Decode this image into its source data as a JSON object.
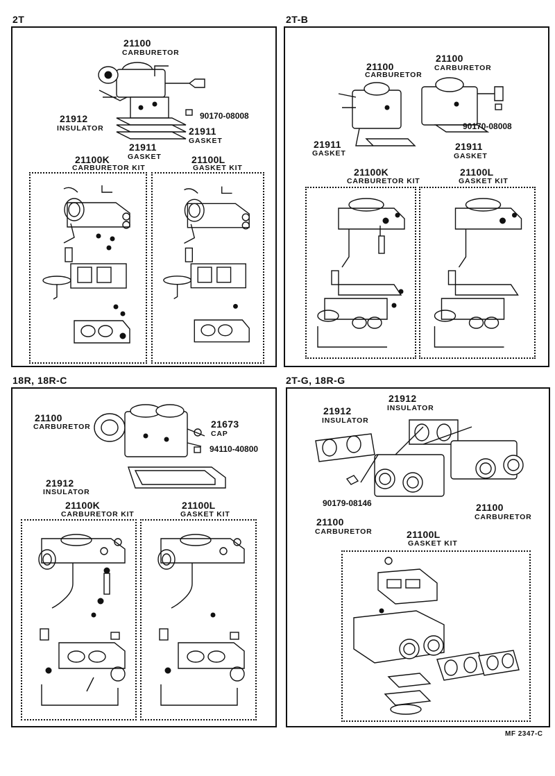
{
  "sections": {
    "s2t": {
      "title": "2T",
      "carb_num": "21100",
      "carb_name": "CARBURETOR",
      "ins_num": "21912",
      "ins_name": "INSULATOR",
      "bolt_pn": "90170-08008",
      "gasket_a_num": "21911",
      "gasket_a_name": "GASKET",
      "gasket_b_num": "21911",
      "gasket_b_name": "GASKET",
      "kit_k_num": "21100K",
      "kit_k_name": "CARBURETOR KIT",
      "kit_l_num": "21100L",
      "kit_l_name": "GASKET KIT"
    },
    "s2tb": {
      "title": "2T-B",
      "carb1_num": "21100",
      "carb1_name": "CARBURETOR",
      "carb2_num": "21100",
      "carb2_name": "CARBURETOR",
      "bolt_pn": "90170-08008",
      "gasket_a_num": "21911",
      "gasket_a_name": "GASKET",
      "gasket_b_num": "21911",
      "gasket_b_name": "GASKET",
      "kit_k_num": "21100K",
      "kit_k_name": "CARBURETOR KIT",
      "kit_l_num": "21100L",
      "kit_l_name": "GASKET KIT"
    },
    "s18r": {
      "title": "18R, 18R-C",
      "carb_num": "21100",
      "carb_name": "CARBURETOR",
      "cap_num": "21673",
      "cap_name": "CAP",
      "bolt_pn": "94110-40800",
      "ins_num": "21912",
      "ins_name": "INSULATOR",
      "kit_k_num": "21100K",
      "kit_k_name": "CARBURETOR KIT",
      "kit_l_num": "21100L",
      "kit_l_name": "GASKET KIT"
    },
    "s2tg": {
      "title": "2T-G, 18R-G",
      "ins1_num": "21912",
      "ins1_name": "INSULATOR",
      "ins2_num": "21912",
      "ins2_name": "INSULATOR",
      "nut_pn": "90179-08146",
      "carb1_num": "21100",
      "carb1_name": "CARBURETOR",
      "carb2_num": "21100",
      "carb2_name": "CARBURETOR",
      "kit_l_num": "21100L",
      "kit_l_name": "GASKET KIT"
    }
  },
  "footer": "MF  2347-C"
}
